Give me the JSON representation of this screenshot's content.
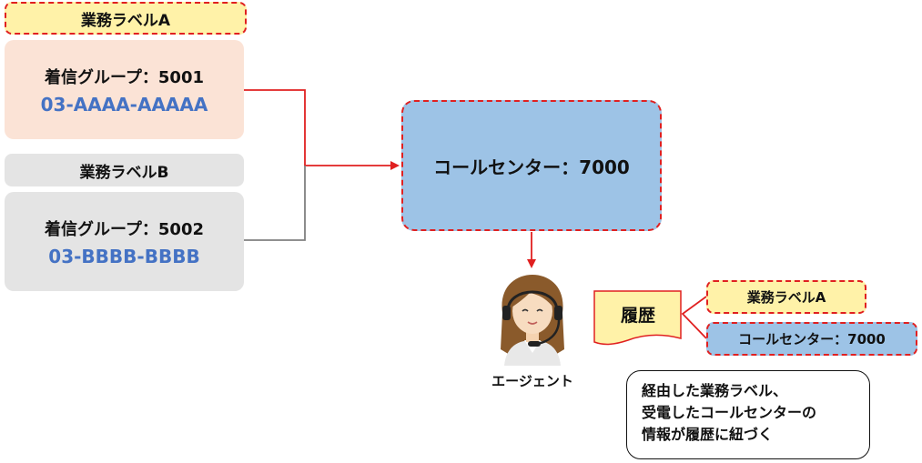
{
  "routes": [
    {
      "business_label": "業務ラベルA",
      "group_name": "着信グループ：5001",
      "phone_number": "03-AAAA-AAAAA"
    },
    {
      "business_label": "業務ラベルB",
      "group_name": "着信グループ：5002",
      "phone_number": "03-BBBB-BBBB"
    }
  ],
  "call_center": "コールセンター：7000",
  "agent": {
    "label": "エージェント",
    "icon": "agent-headset-icon"
  },
  "history": {
    "label": "履歴",
    "record_label": "業務ラベルA",
    "record_call_center": "コールセンター：7000"
  },
  "note_lines": [
    "経由した業務ラベル、",
    "受電したコールセンターの",
    "情報が履歴に紐づく"
  ],
  "colors": {
    "accent_red": "#e02020",
    "label_yellow": "#fff2a8",
    "group_a_peach": "#fbe3d6",
    "group_b_gray": "#e4e4e4",
    "call_center_blue": "#9dc3e6",
    "number_blue": "#4472c4",
    "connector_gray": "#808080"
  }
}
